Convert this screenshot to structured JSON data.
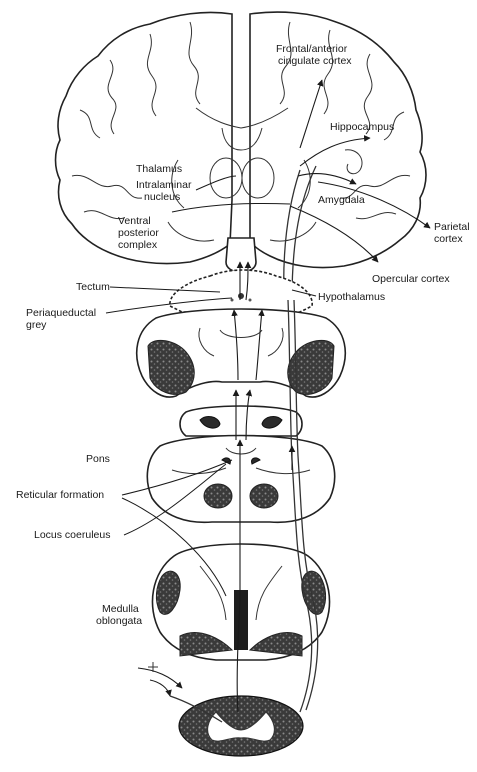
{
  "labels": {
    "frontal": [
      "Frontal/anterior",
      "cingulate cortex"
    ],
    "hippocampus": "Hippocampus",
    "thalamus": "Thalamus",
    "intralaminar": [
      "Intralaminar",
      "nucleus"
    ],
    "amygdala": "Amygdala",
    "parietal": [
      "Parietal",
      "cortex"
    ],
    "ventral": [
      "Ventral",
      "posterior",
      "complex"
    ],
    "opercular": "Opercular cortex",
    "tectum": "Tectum",
    "hypothalamus": "Hypothalamus",
    "periaqueductal": [
      "Periaqueductal",
      "grey"
    ],
    "pons": "Pons",
    "reticular": "Reticular formation",
    "locus": "Locus coeruleus",
    "medulla": [
      "Medulla",
      "oblongata"
    ]
  }
}
